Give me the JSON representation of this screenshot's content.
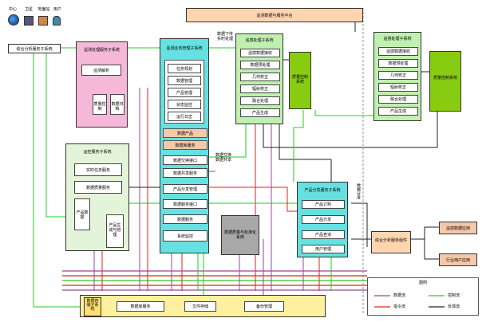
{
  "colors": {
    "bus_purple": "#a040a0",
    "bus_red": "#e02020",
    "bus_green": "#22cc22",
    "bus_dark": "#222222",
    "orange_panel": "#ffd5b0",
    "pink_panel": "#f5b8d8",
    "cyan_panel": "#66e0e0",
    "green_panel": "#bff0b0",
    "lime_box": "#88cc11",
    "yellow_panel": "#fff0a0",
    "gray_box": "#a8a8a8"
  },
  "top": {
    "icons": [
      "globe-icon",
      "satellite-icon",
      "station-icon",
      "person-icon"
    ],
    "icon_labels": [
      "中心",
      "卫星",
      "地面站",
      "用户"
    ],
    "left_box": "综合分析服务子系统",
    "top_platform": "遥测数据与服务平台"
  },
  "pink": {
    "title": "遥测处理服务子系统",
    "box1": "遥测解析",
    "box2": "质量控制",
    "box3": "数据归档"
  },
  "cyan_center": {
    "title": "遥测业务管理子系统",
    "items": [
      "任务规划",
      "数据管理",
      "产品管理",
      "状态监控",
      "运行日志"
    ],
    "salmon": [
      "数据产品",
      "数据库服务"
    ],
    "items2": [
      "数据交换接口",
      "数据共享服务",
      "产品分发管理",
      "数据服务接口",
      "数据服务"
    ],
    "small_box": "系统监控",
    "annot1": "数据下传\n实时处理",
    "annot2": "数据交换\n数据共享"
  },
  "mid_left": {
    "title": "运控服务子系统",
    "items": [
      "实时任务服务",
      "数据质量服务"
    ],
    "box_a": "产品数据",
    "box_b": "产品生成与管理"
  },
  "green1": {
    "title": "遥感处理子系统",
    "items": [
      "遥感数据接收",
      "数据预处理",
      "几何校正",
      "辐射校正",
      "融合处理",
      "产品生成"
    ],
    "lime": "质量控制系统"
  },
  "green2": {
    "title": "遥感处理子系统",
    "items": [
      "遥感数据接收",
      "数据预处理",
      "几何校正",
      "辐射校正",
      "融合处理",
      "产品生成"
    ],
    "lime": "质量控制系统"
  },
  "cyan_right": {
    "title": "产品分发服务子系统",
    "items": [
      "产品订购",
      "产品分发",
      "产品查询",
      "用户管理"
    ],
    "vertical_label": "数据分发"
  },
  "gray": {
    "text": "数据质量与标准化系统"
  },
  "right_column": {
    "center_box": "综合分析服务组件",
    "out1": "遥感数据应用",
    "out2": "行业用户应用"
  },
  "bottom": {
    "side_label": "数据存储子系统",
    "boxes": [
      "数据库服务",
      "文件存储",
      "备份管理"
    ]
  },
  "legend": {
    "title": "图例",
    "items": [
      {
        "label": "数据流",
        "color": "#a040a0"
      },
      {
        "label": "控制流",
        "color": "#22cc22"
      },
      {
        "label": "指令流",
        "color": "#e02020"
      },
      {
        "label": "反馈流",
        "color": "#222222"
      }
    ]
  }
}
